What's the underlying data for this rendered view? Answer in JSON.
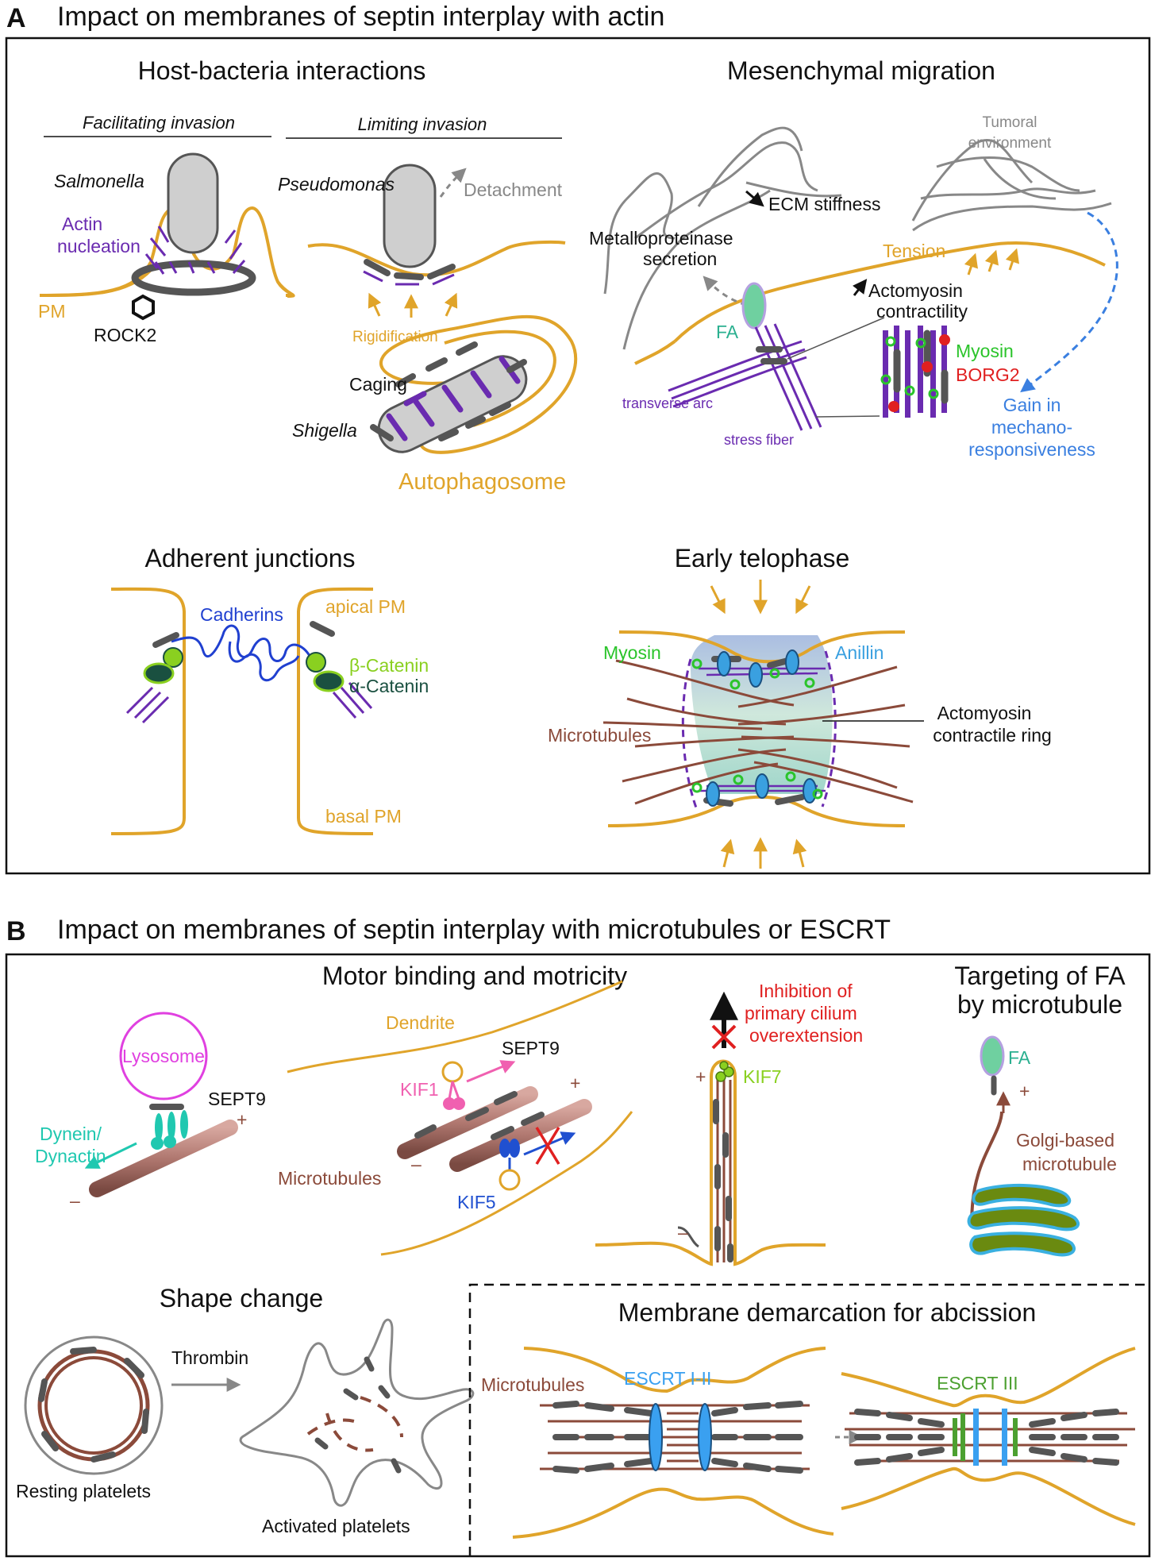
{
  "colors": {
    "membrane": "#E0A42A",
    "actin": "#6A2BB0",
    "septin": "#5a5a5a",
    "microtubule": "#8B4A3A",
    "myosin": "#2BC42B",
    "borg": "#E02020",
    "anillin": "#3AA0E0",
    "fa": "#6FD0A0",
    "cadherin": "#2040D0",
    "b_catenin": "#8AD020",
    "a_catenin": "#1A5040",
    "lysosome": "#E040E0",
    "dynein": "#20C8B0",
    "kif1": "#F060B0",
    "kif5": "#2050D0",
    "escrt1": "#3AA0F0",
    "escrt3": "#4CA030",
    "gain": "#3A7FE0",
    "inhibit": "#E02020"
  },
  "panelA": {
    "letter": "A",
    "title": "Impact on membranes of septin interplay with actin",
    "host": {
      "title": "Host-bacteria interactions",
      "facilitating": "Facilitating invasion",
      "limiting": "Limiting invasion",
      "salmonella": "Salmonella",
      "actin1": "Actin",
      "actin2": "nucleation",
      "pm": "PM",
      "rock2": "ROCK2",
      "pseudomonas": "Pseudomonas",
      "detachment": "Detachment",
      "rigidification": "Rigidification",
      "caging": "Caging",
      "shigella": "Shigella",
      "autophagosome": "Autophagosome"
    },
    "mesen": {
      "title": "Mesenchymal migration",
      "tumoral1": "Tumoral",
      "tumoral2": "environment",
      "ecm": "ECM stiffness",
      "metallo1": "Metalloproteinase",
      "metallo2": "secretion",
      "tension": "Tension",
      "actomyosin1": "Actomyosin",
      "actomyosin2": "contractility",
      "fa": "FA",
      "myosin": "Myosin",
      "borg2": "BORG2",
      "transverse": "transverse arc",
      "stress": "stress fiber",
      "gain1": "Gain in",
      "gain2": "mechano-",
      "gain3": "responsiveness"
    },
    "adherent": {
      "title": "Adherent junctions",
      "cadherins": "Cadherins",
      "apical": "apical PM",
      "basal": "basal PM",
      "b_catenin": "β-Catenin",
      "a_catenin": "α-Catenin"
    },
    "telophase": {
      "title": "Early telophase",
      "myosin": "Myosin",
      "anillin": "Anillin",
      "microtubules": "Microtubules",
      "ring1": "Actomyosin",
      "ring2": "contractile ring"
    }
  },
  "panelB": {
    "letter": "B",
    "title": "Impact on membranes of septin interplay with microtubules or ESCRT",
    "motor": {
      "title": "Motor binding and motricity",
      "lysosome": "Lysosome",
      "sept9a": "SEPT9",
      "dynein1": "Dynein/",
      "dynein2": "Dynactin",
      "plus": "+",
      "minus": "–",
      "dendrite": "Dendrite",
      "sept9b": "SEPT9",
      "kif1": "KIF1",
      "kif5": "KIF5",
      "microtubules": "Microtubules",
      "inhib1": "Inhibition of",
      "inhib2": "primary cilium",
      "inhib3": "overextension",
      "kif7": "KIF7"
    },
    "targeting": {
      "title1": "Targeting of FA",
      "title2": "by microtubule",
      "fa": "FA",
      "plus": "+",
      "golgi1": "Golgi-based",
      "golgi2": "microtubule"
    },
    "shape": {
      "title": "Shape change",
      "thrombin": "Thrombin",
      "resting": "Resting platelets",
      "activated": "Activated platelets"
    },
    "abscission": {
      "title": "Membrane demarcation for abcission",
      "microtubules": "Microtubules",
      "escrt1": "ESCRT I-II",
      "escrt3": "ESCRT III"
    }
  }
}
